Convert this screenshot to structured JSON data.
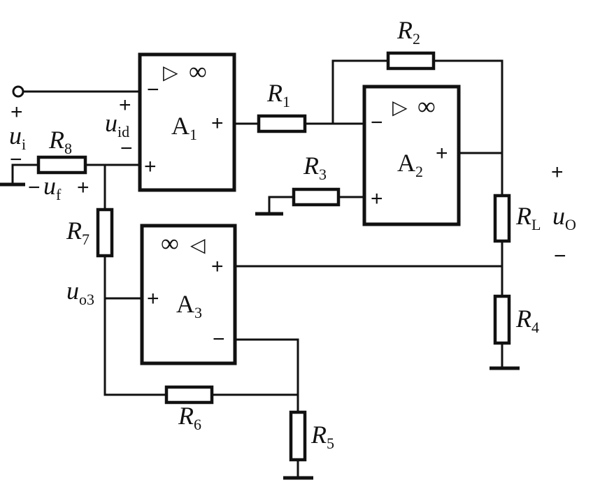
{
  "amplifiers": [
    {
      "name": "A",
      "sub": "1",
      "sym_ineq": "▷",
      "sym_inf": "∞",
      "plus": "+",
      "minus": "−",
      "out_plus": "+"
    },
    {
      "name": "A",
      "sub": "2",
      "sym_ineq": "▷",
      "sym_inf": "∞",
      "plus": "+",
      "minus": "−",
      "out_plus": "+"
    },
    {
      "name": "A",
      "sub": "3",
      "sym_ineq": "◁",
      "sym_inf": "∞",
      "plus": "+",
      "minus": "−",
      "in_plus": "+"
    }
  ],
  "resistors": {
    "r1": {
      "base": "R",
      "sub": "1"
    },
    "r2": {
      "base": "R",
      "sub": "2"
    },
    "r3": {
      "base": "R",
      "sub": "3"
    },
    "r4": {
      "base": "R",
      "sub": "4"
    },
    "r5": {
      "base": "R",
      "sub": "5"
    },
    "r6": {
      "base": "R",
      "sub": "6"
    },
    "r7": {
      "base": "R",
      "sub": "7"
    },
    "r8": {
      "base": "R",
      "sub": "8"
    },
    "rl": {
      "base": "R",
      "sub": "L"
    }
  },
  "signals": {
    "ui": {
      "base": "u",
      "sub": "i",
      "plus": "+",
      "minus": "−"
    },
    "uid": {
      "base": "u",
      "sub": "id",
      "plus": "+",
      "minus": "−"
    },
    "uf": {
      "base": "u",
      "sub": "f",
      "plus": "+",
      "minus": "−"
    },
    "uo": {
      "base": "u",
      "sub": "O",
      "plus": "+",
      "minus": "−"
    },
    "uo3": {
      "base": "u",
      "sub": "o3"
    }
  }
}
